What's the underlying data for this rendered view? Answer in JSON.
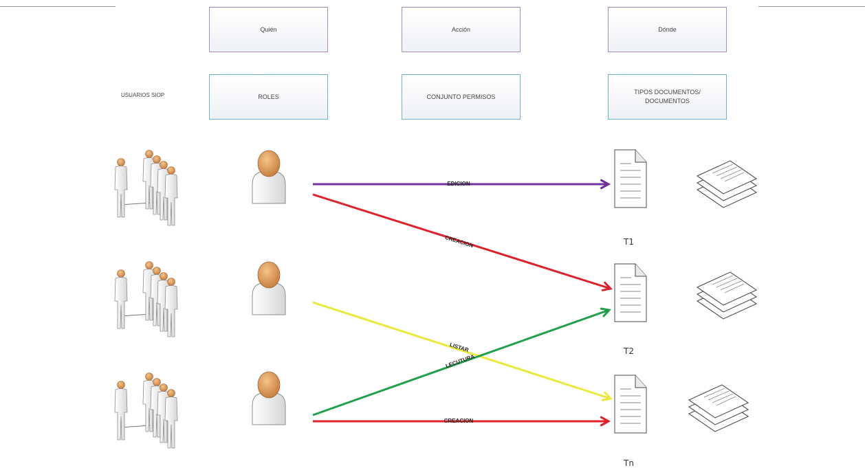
{
  "header_row": {
    "quien": "Quién",
    "accion": "Acción",
    "donde": "Dónde"
  },
  "concept_row": {
    "usuarios": "USUARIOS SIOP",
    "roles": "ROLES",
    "permisos": "CONJUNTO PERMISOS",
    "tipos_line1": "TIPOS DOCUMENTOS/",
    "tipos_line2": "DOCUMENTOS"
  },
  "document_types": [
    "T1",
    "T2",
    "Tn"
  ],
  "arrows": [
    {
      "label": "EDICION",
      "from_role": 1,
      "to_doc": "T1",
      "color": "#7030a0"
    },
    {
      "label": "CREACION",
      "from_role": 1,
      "to_doc": "T2",
      "color": "#e0202a"
    },
    {
      "label": "LISTAR",
      "from_role": 2,
      "to_doc": "Tn",
      "color": "#eaea3a"
    },
    {
      "label": "LECUTURA",
      "from_role": 3,
      "to_doc": "T2",
      "color": "#1fa04a"
    },
    {
      "label": "CREACION",
      "from_role": 3,
      "to_doc": "Tn",
      "color": "#e0202a"
    }
  ],
  "colors": {
    "header_border": "#a98bbf",
    "concept_border": "#6fb3c7",
    "person_head": "#e0a060",
    "person_body": "#f2f2f2"
  }
}
